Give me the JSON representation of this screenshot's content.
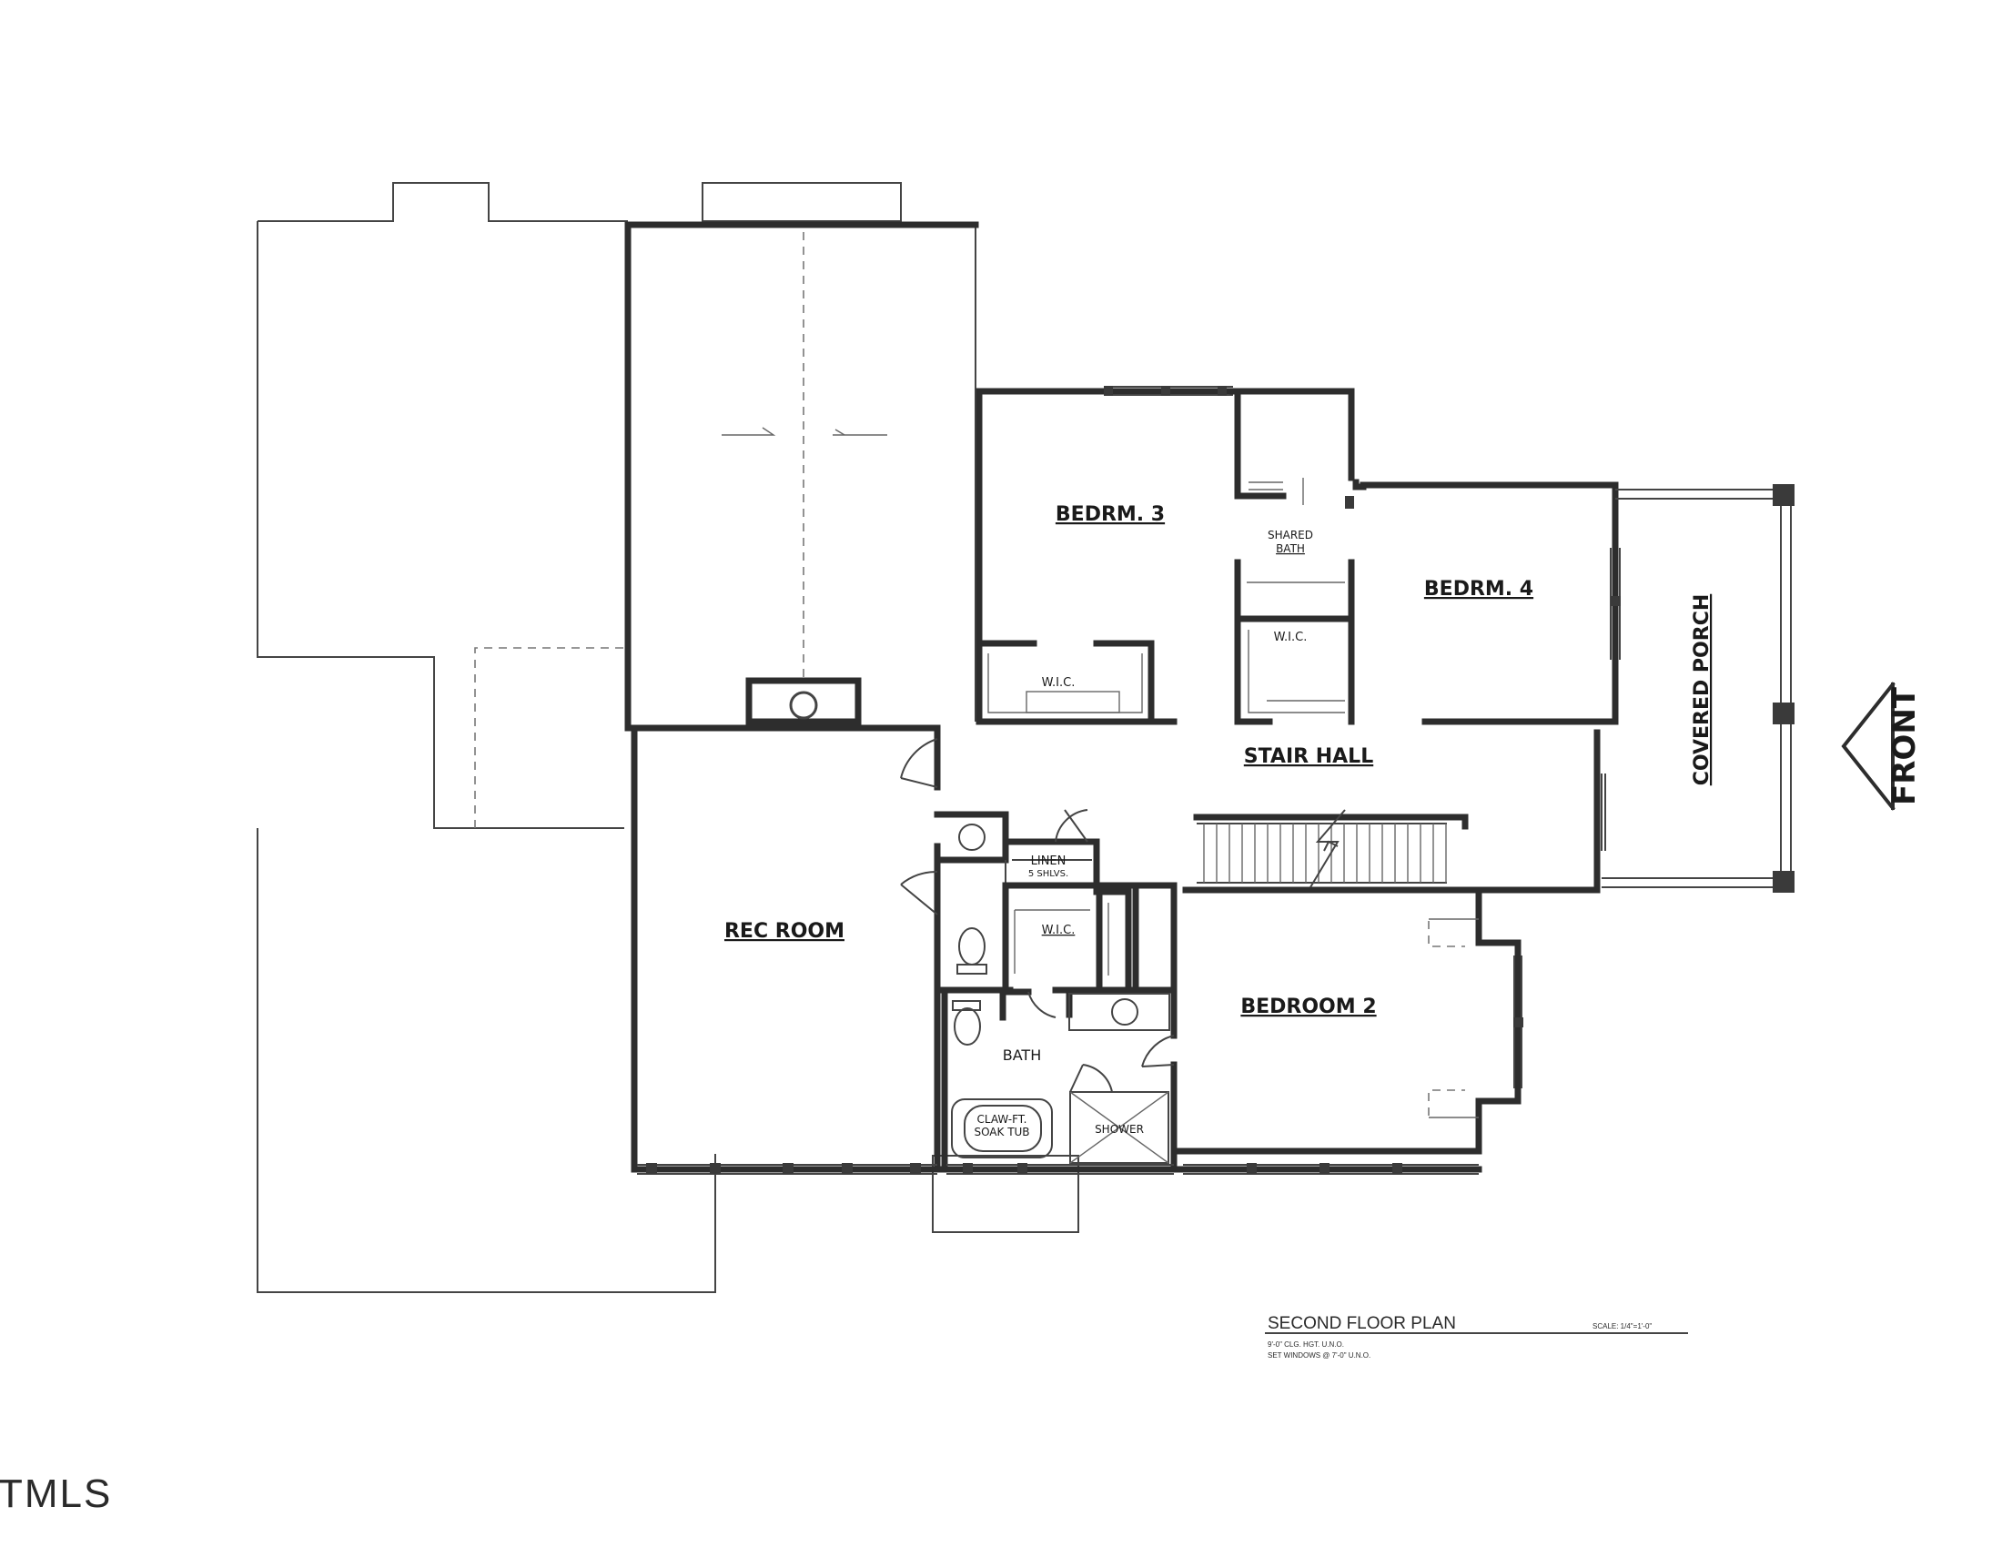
{
  "plan": {
    "rooms": {
      "bedrm3": "BEDRM. 3",
      "shared_bath_line1": "SHARED",
      "shared_bath_line2": "BATH",
      "bedrm4": "BEDRM. 4",
      "wic_bed3": "W.I.C.",
      "wic_bed4": "W.I.C.",
      "stair_hall": "STAIR HALL",
      "covered_porch": "COVERED PORCH",
      "front": "FRONT",
      "rec_room": "REC ROOM",
      "linen_line1": "LINEN",
      "linen_line2": "5 SHLVS.",
      "wic_bed2": "W.I.C.",
      "bedroom2": "BEDROOM 2",
      "bath": "BATH",
      "tub_line1": "CLAW-FT.",
      "tub_line2": "SOAK TUB",
      "shower": "SHOWER"
    },
    "title_block": {
      "title": "SECOND FLOOR PLAN",
      "scale": "SCALE: 1/4\"=1'-0\"",
      "note1": "9'-0\" CLG. HGT. U.N.O.",
      "note2": "SET WINDOWS @ 7'-0\" U.N.O."
    }
  },
  "watermark": {
    "text": "TMLS"
  }
}
